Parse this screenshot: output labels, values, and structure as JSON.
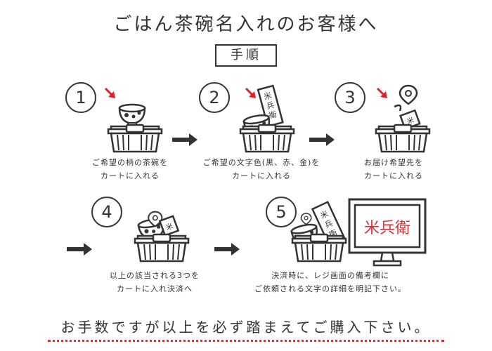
{
  "page": {
    "title": "ごはん茶碗名入れのお客様へ",
    "subtitle": "手順",
    "footer": "お手数ですが以上を必ず踏まえてご購入下さい。"
  },
  "steps": [
    {
      "number": "1",
      "lines": [
        "ご希望の柄の茶碗を",
        "カートに入れる"
      ]
    },
    {
      "number": "2",
      "lines": [
        "ご希望の文字色(黒、赤、金)を",
        "カートに入れる"
      ]
    },
    {
      "number": "3",
      "lines": [
        "お届け希望先を",
        "カートに入れる"
      ]
    },
    {
      "number": "4",
      "lines": [
        "以上の該当される3つを",
        "カートに入れ決済へ"
      ]
    },
    {
      "number": "5",
      "lines": [
        "決済時に、レジ画面の備考欄に",
        "ご依頼される文字の詳細を明記下さい。"
      ]
    }
  ],
  "name_slip": {
    "characters": [
      "米",
      "兵",
      "衛"
    ],
    "short": "米"
  },
  "monitor": {
    "text": "米兵衛"
  },
  "colors": {
    "ink": "#333333",
    "accent_red": "#d6323c",
    "arrow_red": "#e0202a"
  },
  "icons": [
    "arrow-right-icon",
    "red-arrow-icon",
    "basket-icon",
    "rice-bowl-icon",
    "name-slip-icon",
    "map-pin-icon",
    "monitor-icon"
  ]
}
